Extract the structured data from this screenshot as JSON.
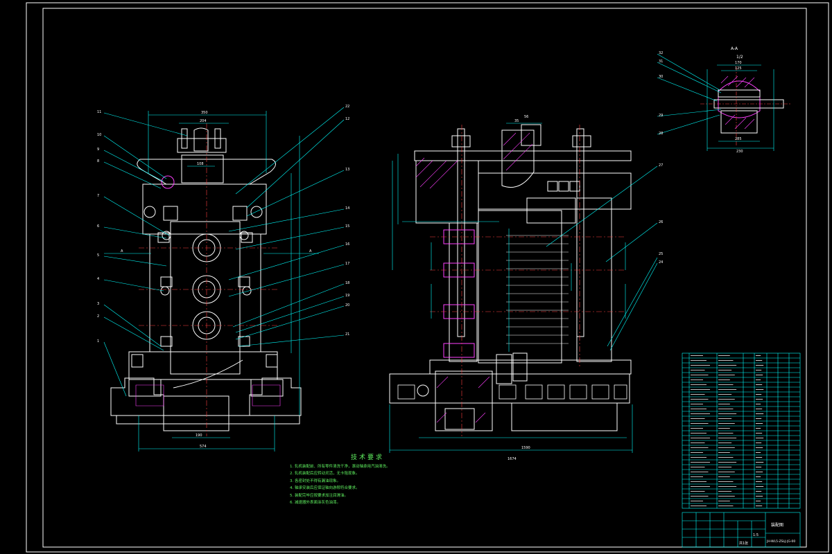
{
  "drawing": {
    "section_title": "A-A",
    "section_scale": "1/2",
    "colors": {
      "background": "#000000",
      "outline": "#ffffff",
      "dimension": "#00ffff",
      "centerline": "#ff4040",
      "hatch": "#ff40ff",
      "note": "#40ff40",
      "frame": "#ffffff"
    },
    "left_view": {
      "dims_top": [
        "350",
        "204",
        "108"
      ],
      "dims_bottom": [
        "190",
        "574"
      ],
      "section_marks": [
        "A",
        "A"
      ],
      "balloons_left": [
        "11",
        "10",
        "9",
        "8",
        "7",
        "6",
        "5",
        "4",
        "3",
        "2",
        "1"
      ],
      "balloons_right": [
        "22",
        "12",
        "13",
        "14",
        "15",
        "16",
        "17",
        "18",
        "19",
        "20",
        "21"
      ]
    },
    "right_view": {
      "dims_top": [
        "35",
        "56"
      ],
      "dims_bottom": [
        "1590",
        "1674"
      ],
      "balloons_right": [
        "27",
        "26",
        "25",
        "24"
      ]
    },
    "section_view": {
      "balloons": [
        "32",
        "31",
        "30",
        "29",
        "28"
      ],
      "dims": [
        "170",
        "125",
        "285",
        "230"
      ]
    }
  },
  "notes": {
    "title": "技术要求",
    "items": [
      "1. 轧机装配前、所有零件清洗干净，滚动轴承用汽油清洗。",
      "2. 轧机装配后应转动灵活，无卡阻现象。",
      "3. 各密封处不得有漏油现象。",
      "4. 轴承安装后应保证轴向游隙符合要求。",
      "5. 装配完毕应按要求加注润滑油。",
      "6. 减速器外表面涂灰色油漆。"
    ]
  },
  "title_block": {
    "bom_rows": 32,
    "drawing_no": "JH-WL5-ZSLJ-JG-00",
    "name": "装配图",
    "scale": "1:5",
    "sheet": "共1张"
  }
}
